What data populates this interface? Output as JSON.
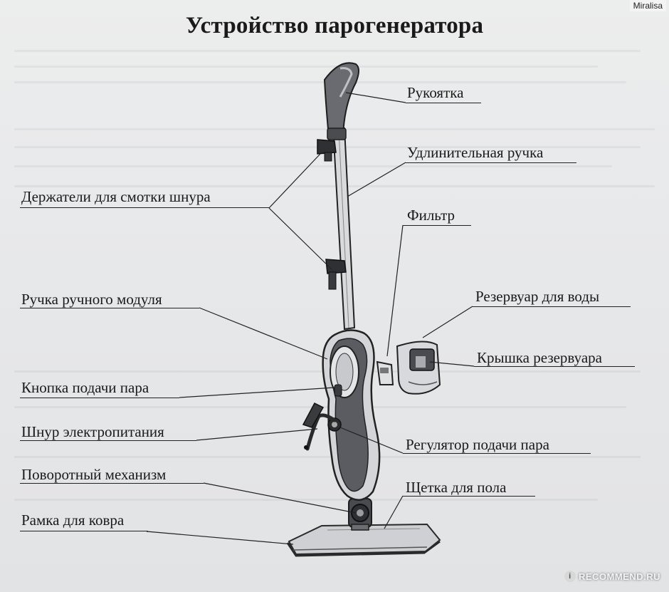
{
  "title": "Устройство парогенератора",
  "watermark": {
    "user": "Miralisa",
    "brand": "RECOMMEND.RU",
    "badge": "i"
  },
  "labels": {
    "handle": "Рукоятка",
    "extension_handle": "Удлинительная ручка",
    "cord_holders": "Держатели для смотки шнура",
    "filter": "Фильтр",
    "water_tank": "Резервуар для воды",
    "handheld_handle": "Ручка ручного модуля",
    "tank_lid": "Крышка резервуара",
    "steam_button": "Кнопка подачи пара",
    "power_cord": "Шнур электропитания",
    "steam_regulator": "Регулятор подачи пара",
    "swivel": "Поворотный механизм",
    "floor_brush": "Щетка для пола",
    "carpet_frame": "Рамка для ковра"
  },
  "colors": {
    "ink": "#1a1a1a",
    "paper": "#e9eaec",
    "device_dark": "#3a3b3f",
    "device_mid": "#8c8e93",
    "device_light": "#c9cacd"
  }
}
